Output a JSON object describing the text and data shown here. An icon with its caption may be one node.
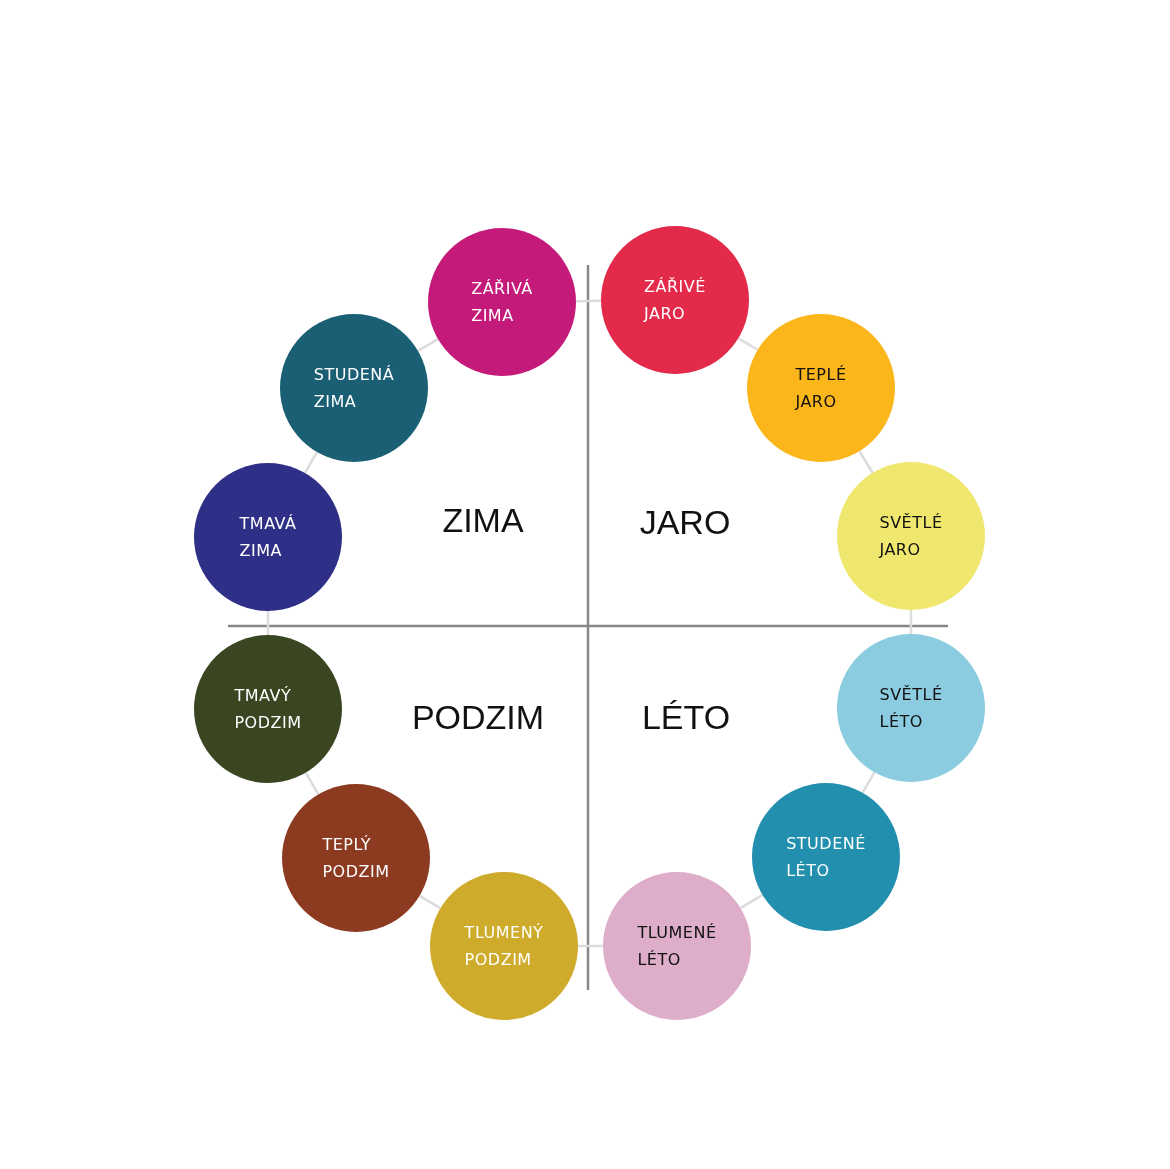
{
  "diagram": {
    "nodes": [
      {
        "text": [
          "ZÁŘIVÁ ZIMA"
        ]
      },
      {
        "text": [
          "ZÁŘIVÉ JARO"
        ]
      },
      {
        "text": [
          "STUDENÁ ZIMA"
        ]
      },
      {
        "text": [
          "TEPLÉ JARO"
        ]
      },
      {
        "text": [
          "TMAVÁ ZIMA"
        ]
      },
      {
        "text": [
          "SVĚTLÉ JARO"
        ]
      },
      {
        "text": [
          "TMAVÝ PODZIM"
        ]
      },
      {
        "text": [
          "SVĚTLÉ LÉTO"
        ]
      },
      {
        "text": [
          "TEPLÝ PODZIM"
        ]
      },
      {
        "text": [
          "STUDENÉ LÉTO"
        ]
      },
      {
        "text": [
          "TLUMENÝ PODZIM"
        ]
      },
      {
        "text": [
          "TLUMENÉ LÉTO"
        ]
      }
    ],
    "edges": [
      {
        "from": 0,
        "to": 1,
        "arrow": "none"
      },
      {
        "from": 1,
        "to": 3,
        "arrow": "none"
      },
      {
        "from": 3,
        "to": 5,
        "arrow": "none"
      },
      {
        "from": 5,
        "to": 7,
        "arrow": "none"
      },
      {
        "from": 7,
        "to": 9,
        "arrow": "none"
      },
      {
        "from": 9,
        "to": 11,
        "arrow": "none"
      },
      {
        "from": 11,
        "to": 10,
        "arrow": "none"
      },
      {
        "from": 10,
        "to": 8,
        "arrow": "none"
      },
      {
        "from": 8,
        "to": 6,
        "arrow": "none"
      },
      {
        "from": 6,
        "to": 4,
        "arrow": "none"
      },
      {
        "from": 4,
        "to": 2,
        "arrow": "none"
      },
      {
        "from": 2,
        "to": 0,
        "arrow": "none"
      }
    ],
    "labels": [
      "ZIMA",
      "JARO",
      "PODZIM",
      "LÉTO"
    ]
  }
}
